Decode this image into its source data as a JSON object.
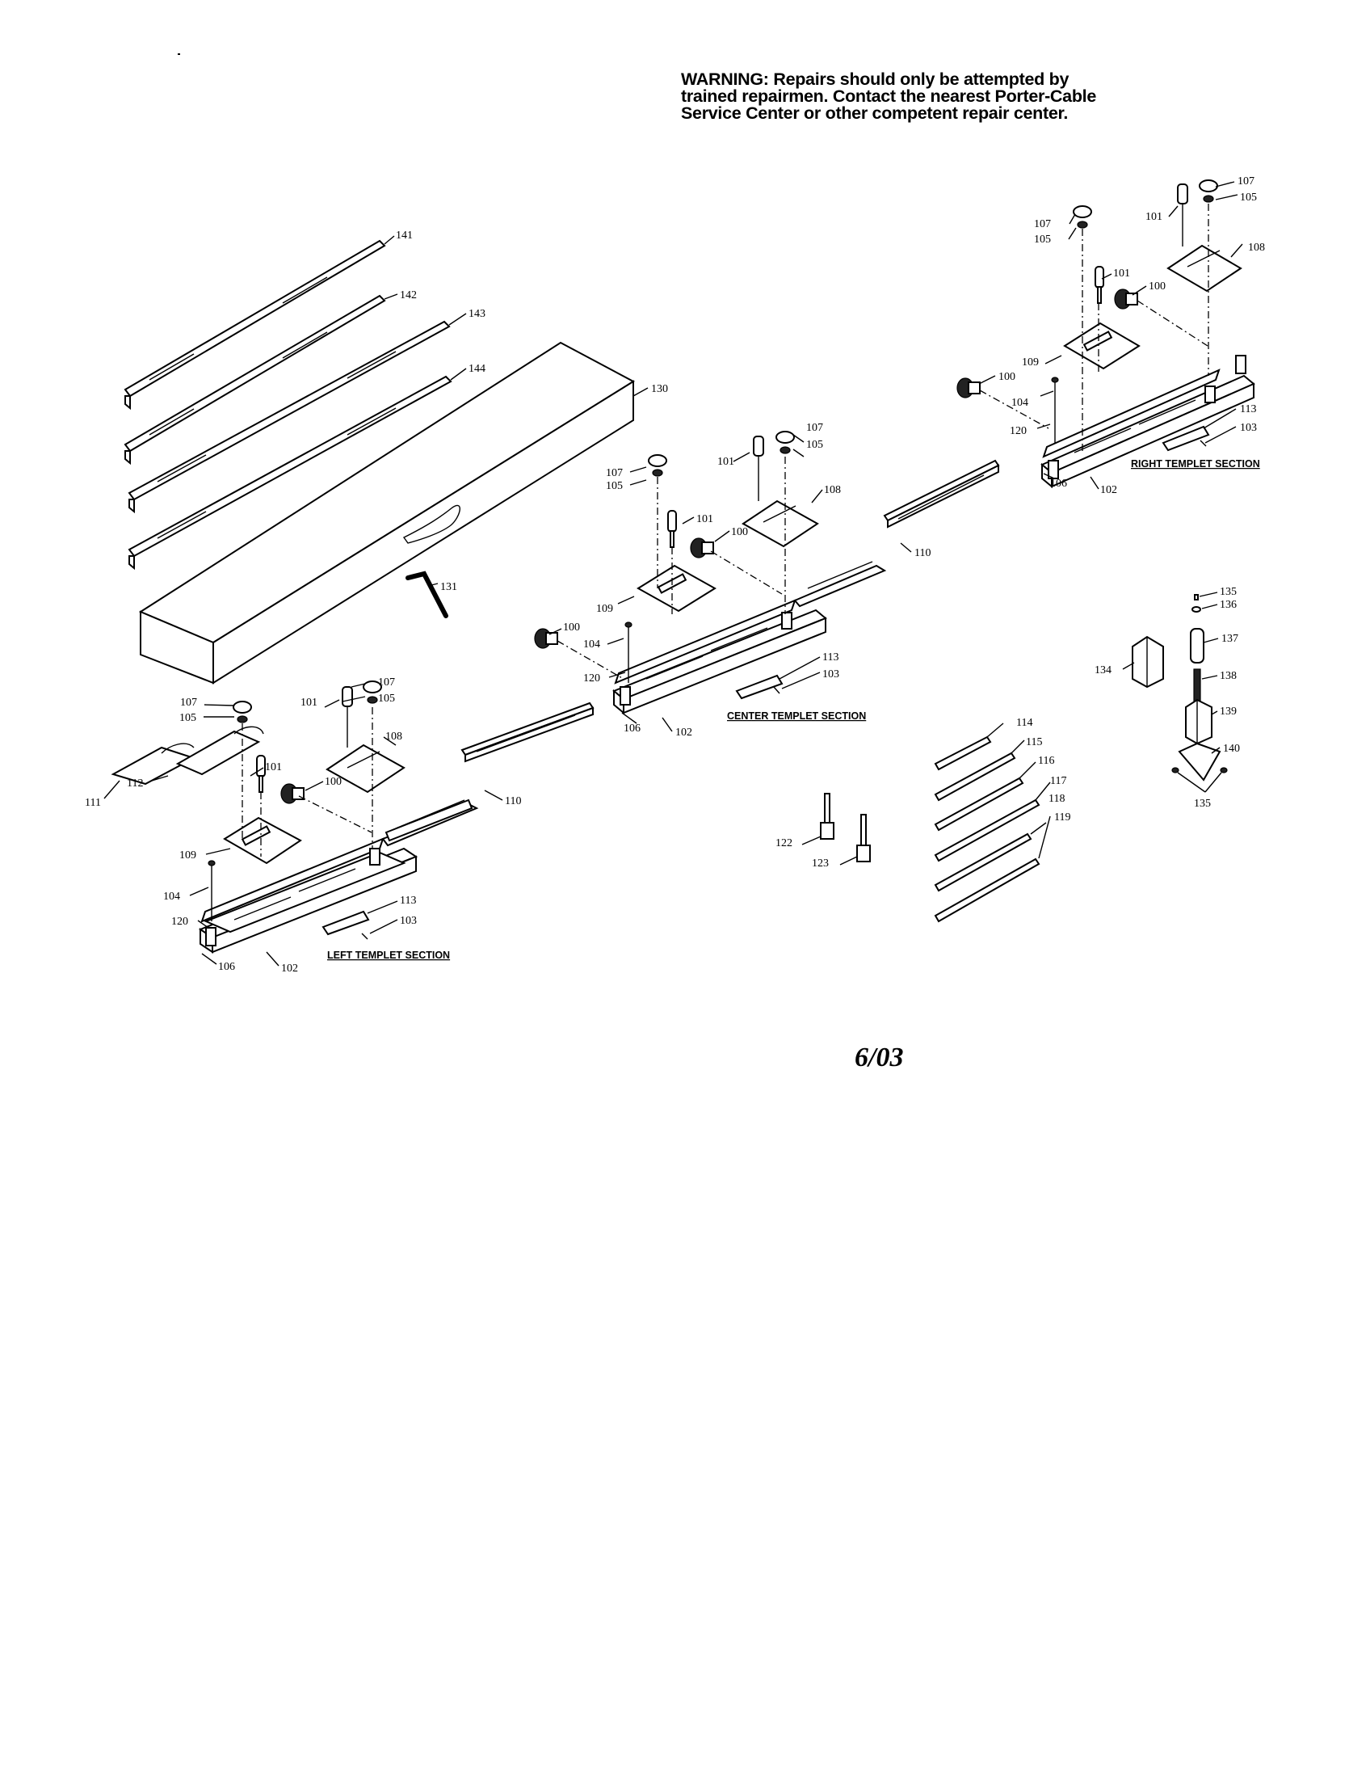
{
  "warning": {
    "lines": [
      "WARNING: Repairs should only be attempted by",
      "trained repairmen. Contact the nearest Porter-Cable",
      "Service Center or other competent repair center."
    ]
  },
  "date": "6/03",
  "sections": {
    "left": "LEFT TEMPLET SECTION",
    "center": "CENTER TEMPLET SECTION",
    "right": "RIGHT TEMPLET SECTION"
  },
  "part_labels": {
    "p100": "100",
    "p101": "101",
    "p102": "102",
    "p103": "103",
    "p104": "104",
    "p105": "105",
    "p106": "106",
    "p107": "107",
    "p108": "108",
    "p109": "109",
    "p110": "110",
    "p111": "111",
    "p112": "112",
    "p113": "113",
    "p114": "114",
    "p115": "115",
    "p116": "116",
    "p117": "117",
    "p118": "118",
    "p119": "119",
    "p120": "120",
    "p122": "122",
    "p123": "123",
    "p130": "130",
    "p131": "131",
    "p134": "134",
    "p135": "135",
    "p136": "136",
    "p137": "137",
    "p138": "138",
    "p139": "139",
    "p140": "140",
    "p141": "141",
    "p142": "142",
    "p143": "143",
    "p144": "144"
  }
}
